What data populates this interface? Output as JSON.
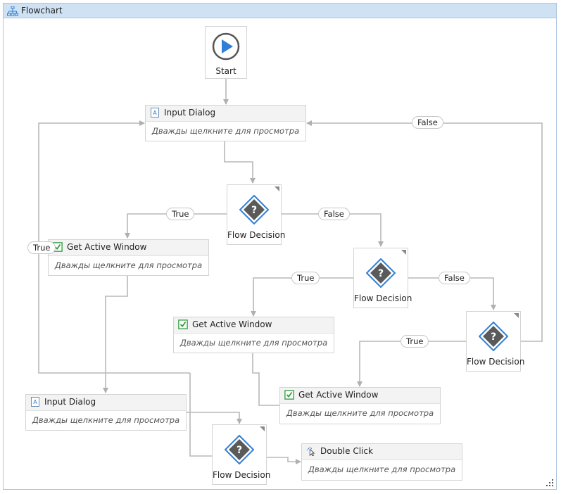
{
  "window": {
    "title": "Flowchart"
  },
  "start": {
    "label": "Start"
  },
  "activities": [
    {
      "title": "Input Dialog",
      "hint": "Дважды щелкните для просмотра"
    },
    {
      "title": "Get Active Window",
      "hint": "Дважды щелкните для просмотра"
    },
    {
      "title": "Get Active Window",
      "hint": "Дважды щелкните для просмотра"
    },
    {
      "title": "Get Active Window",
      "hint": "Дважды щелкните для просмотра"
    },
    {
      "title": "Input Dialog",
      "hint": "Дважды щелкните для просмотра"
    },
    {
      "title": "Double Click",
      "hint": "Дважды щелкните для просмотра"
    }
  ],
  "decisions": [
    {
      "label": "Flow Decision"
    },
    {
      "label": "Flow Decision"
    },
    {
      "label": "Flow Decision"
    },
    {
      "label": "Flow Decision"
    }
  ],
  "connector_labels": {
    "true": "True",
    "false": "False"
  },
  "colors": {
    "accent": "#2f7fd4",
    "wire": "#b4b4b4",
    "header_bg": "#cfe2f3",
    "check_green": "#2e9a3c"
  }
}
